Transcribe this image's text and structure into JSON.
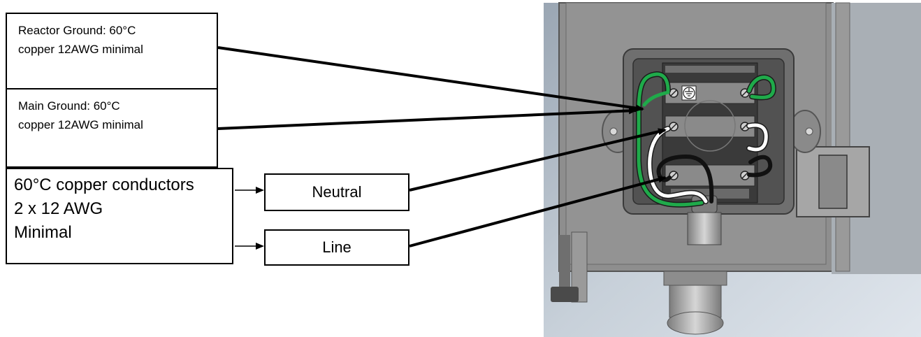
{
  "labels": {
    "reactor_ground": [
      "Reactor Ground: 60°C",
      "copper 12AWG minimal"
    ],
    "main_ground": [
      "Main Ground: 60°C",
      "copper 12AWG minimal"
    ],
    "conductors": [
      "60°C copper conductors",
      "2 x 12 AWG",
      "Minimal"
    ],
    "neutral": "Neutral",
    "line": "Line"
  },
  "colors": {
    "ground_wire": "#1faa4a",
    "neutral_wire": "#ffffff",
    "line_wire": "#111111",
    "enclosure": "#8d8d8d",
    "terminal_block": "#3a3a3a"
  },
  "icons": [
    "ground-symbol-icon",
    "screw-icon"
  ]
}
